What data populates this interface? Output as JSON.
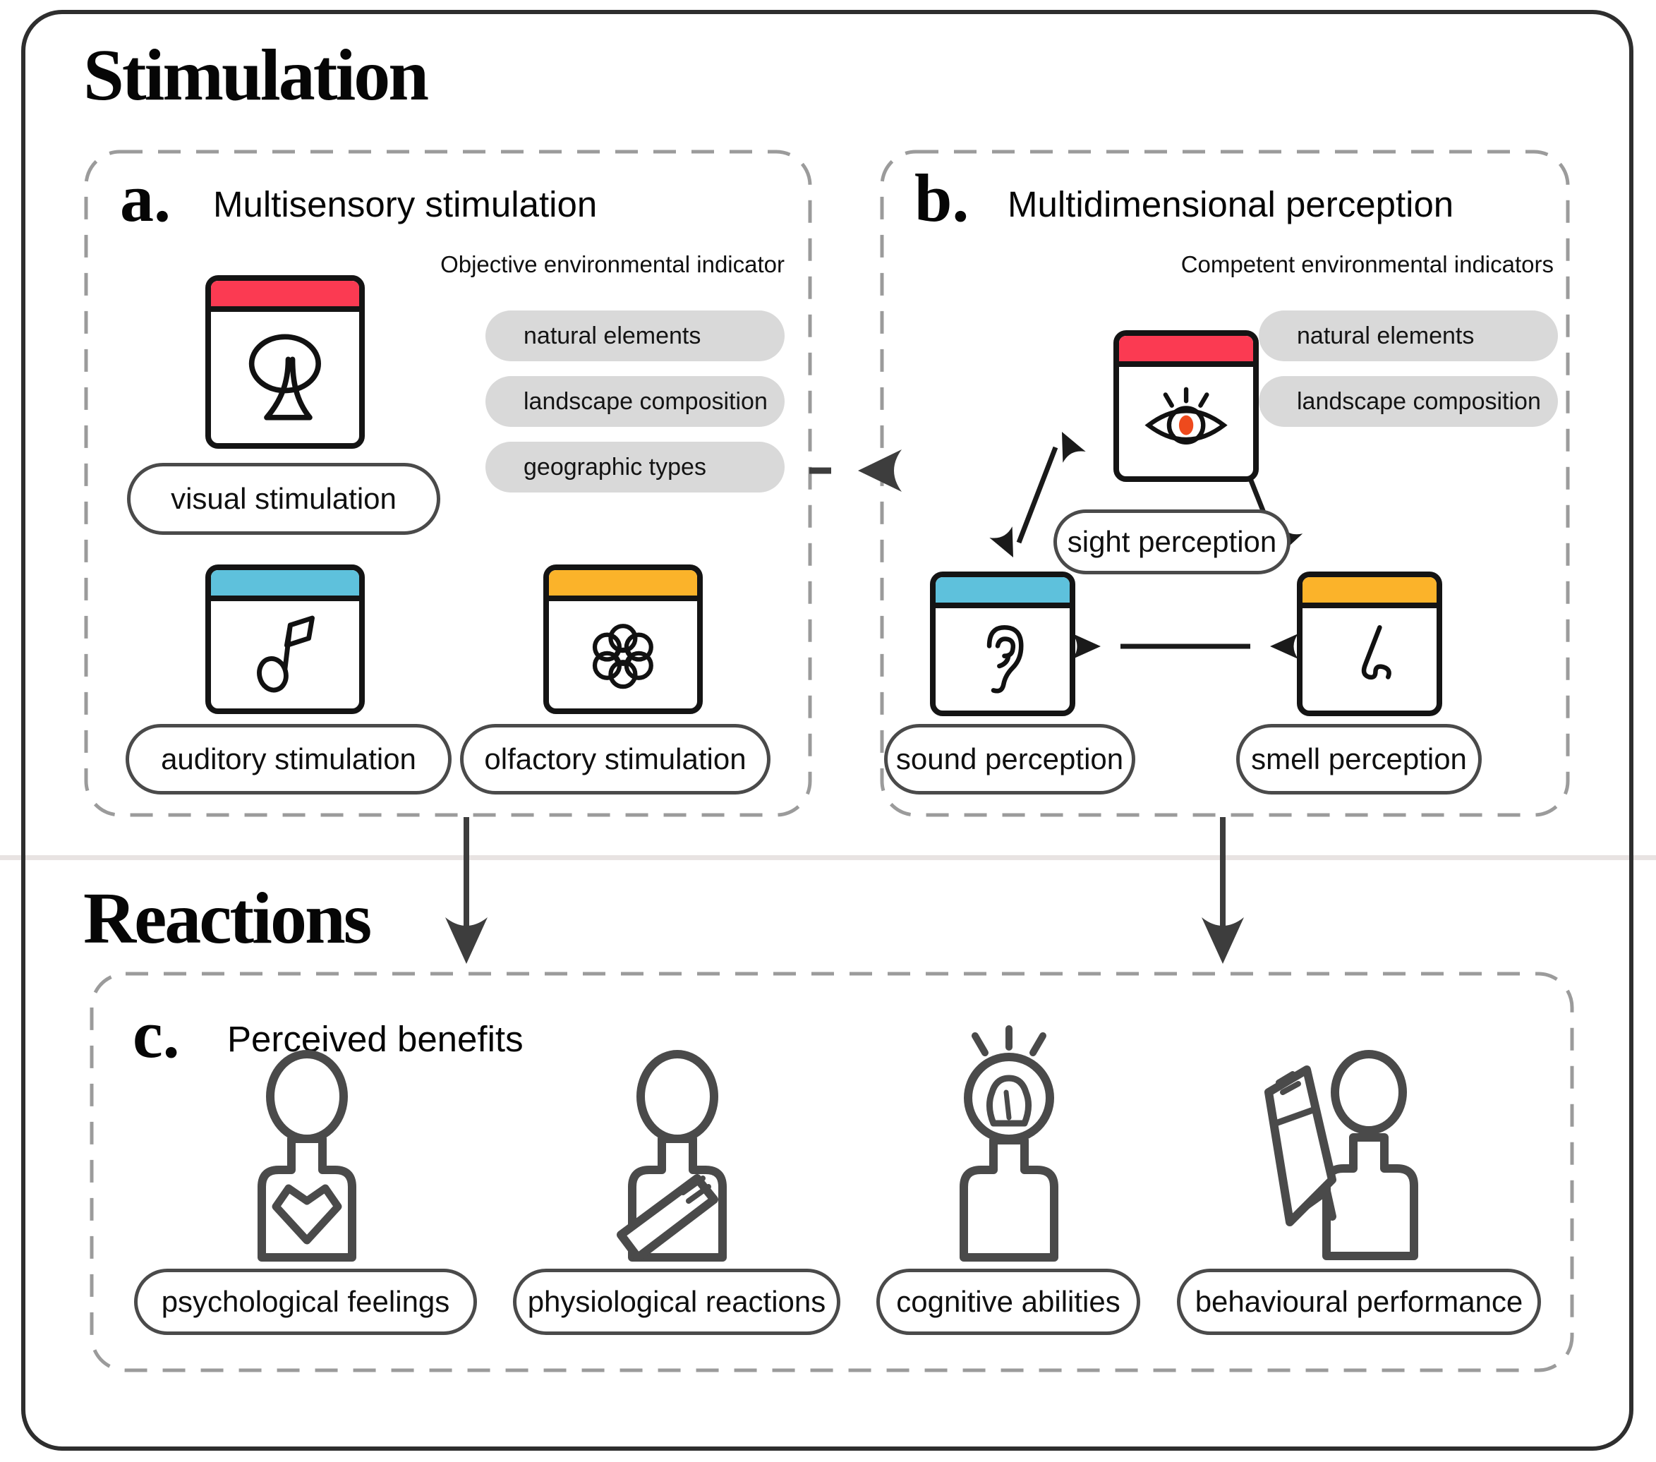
{
  "figure": {
    "section_top": "Stimulation",
    "section_bottom": "Reactions"
  },
  "panel_a": {
    "letter": "a.",
    "title": "Multisensory stimulation",
    "subtitle": "Objective environmental indicator",
    "tags": [
      "natural elements",
      "landscape composition",
      "geographic types"
    ],
    "cards": [
      {
        "label": "visual stimulation",
        "icon": "tree-icon",
        "accent": "#FB3A52"
      },
      {
        "label": "auditory stimulation",
        "icon": "music-note-icon",
        "accent": "#5EC1DC"
      },
      {
        "label": "olfactory stimulation",
        "icon": "flower-icon",
        "accent": "#FBB32A"
      }
    ]
  },
  "panel_b": {
    "letter": "b.",
    "title": "Multidimensional perception",
    "subtitle": "Competent environmental indicators",
    "tags": [
      "natural elements",
      "landscape composition"
    ],
    "cards": [
      {
        "label": "sight perception",
        "icon": "eye-icon",
        "accent": "#FB3A52"
      },
      {
        "label": "sound perception",
        "icon": "ear-icon",
        "accent": "#5EC1DC"
      },
      {
        "label": "smell perception",
        "icon": "nose-icon",
        "accent": "#FBB32A"
      }
    ]
  },
  "panel_c": {
    "letter": "c.",
    "title": "Perceived benefits",
    "items": [
      {
        "label": "psychological feelings",
        "icon": "person-heart-icon"
      },
      {
        "label": "physiological reactions",
        "icon": "person-hand-on-chest-icon"
      },
      {
        "label": "cognitive abilities",
        "icon": "person-lightbulb-icon"
      },
      {
        "label": "behavioural performance",
        "icon": "person-raised-arm-icon"
      }
    ]
  },
  "colors": {
    "red_accent": "#FB3A52",
    "blue_accent": "#5EC1DC",
    "yellow_accent": "#FBB32A",
    "pupil_orange": "#EE4A1D",
    "tag_gray": "#D9D9D9",
    "dash_gray": "#9B9B9B",
    "arrow_gray": "#3D3D3D"
  }
}
